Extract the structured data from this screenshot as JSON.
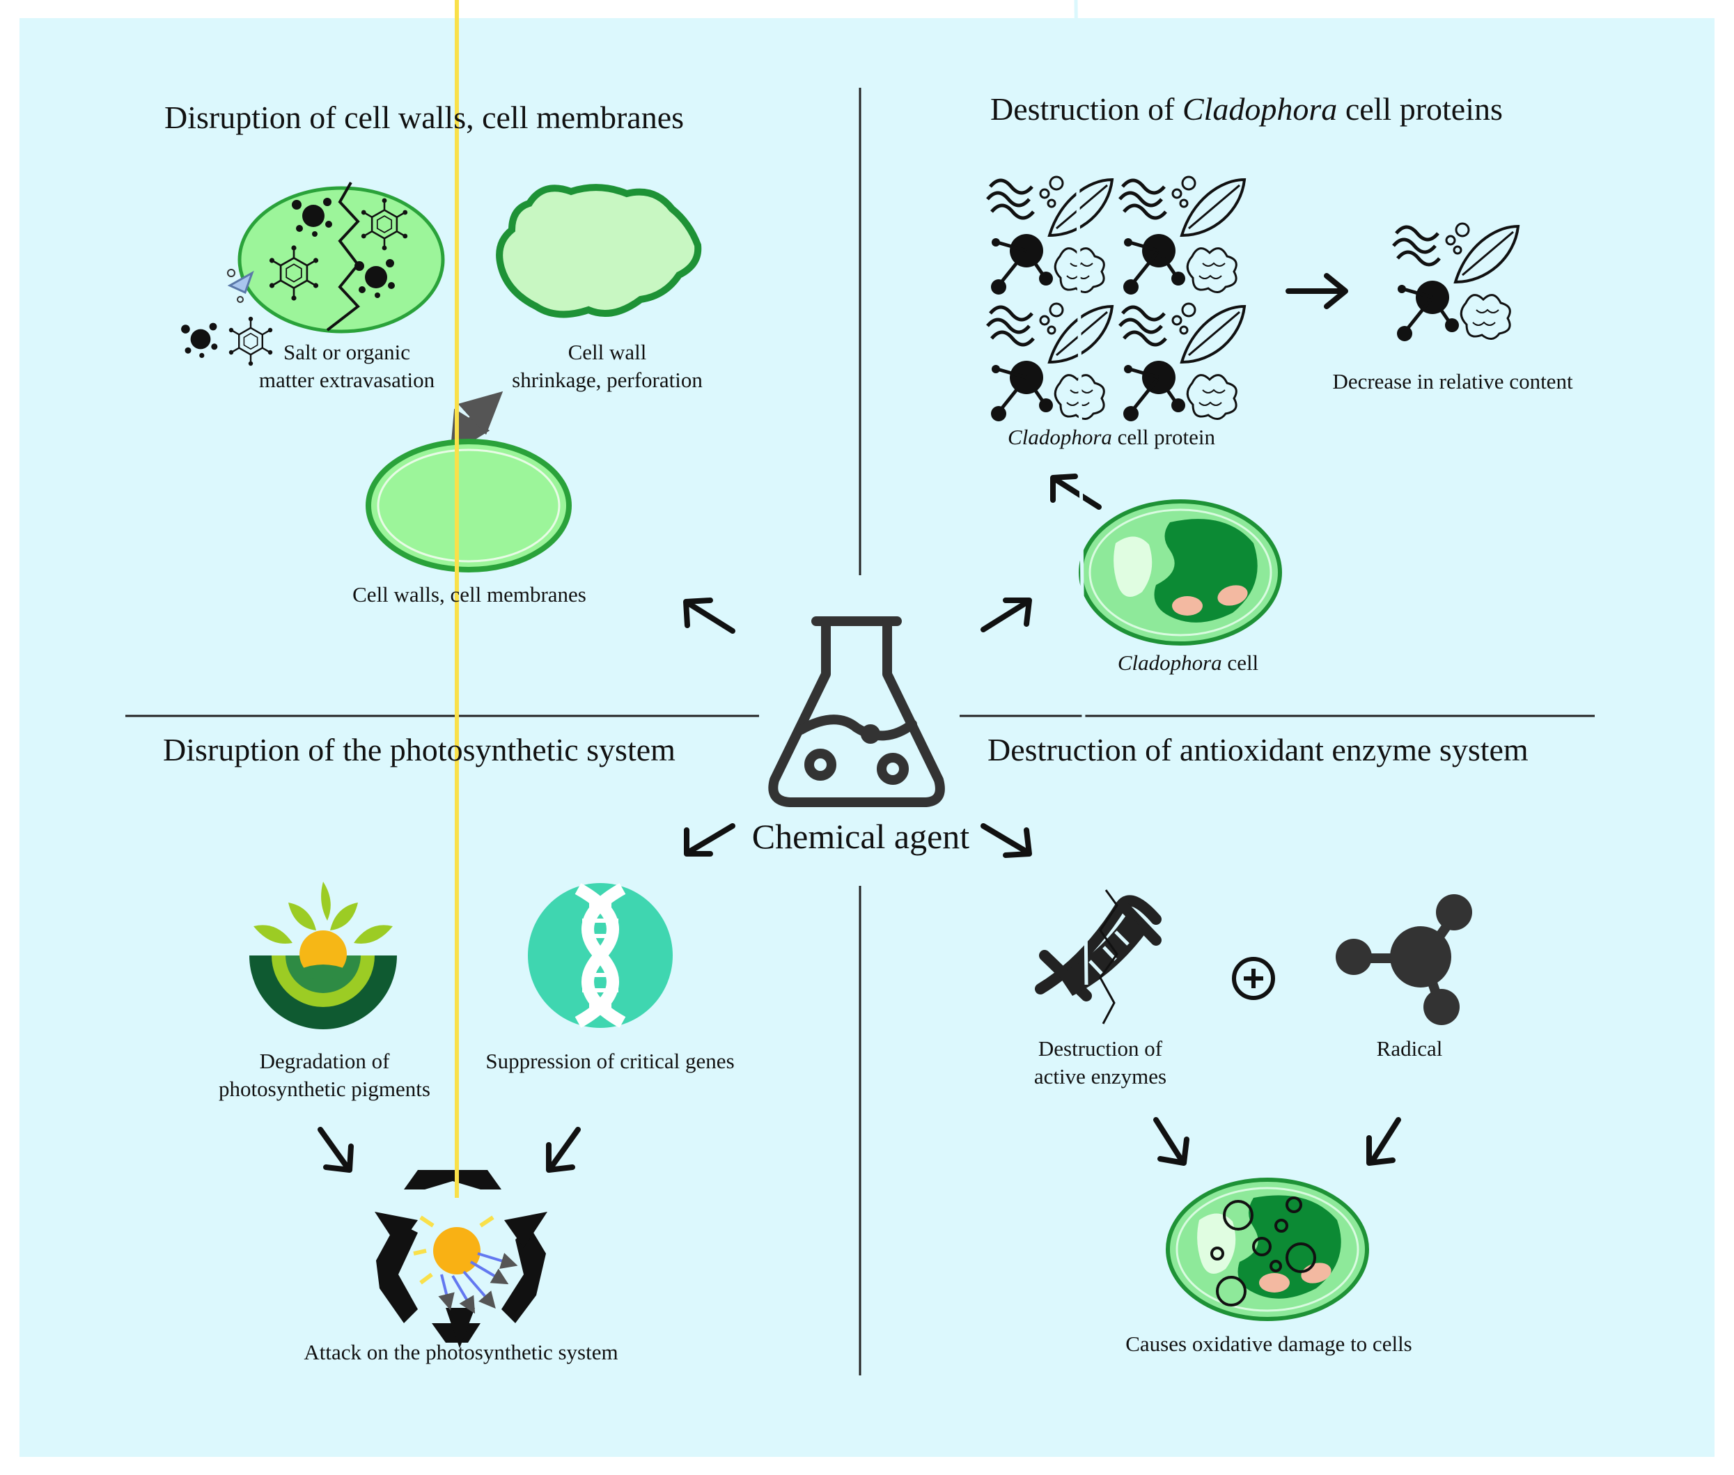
{
  "titles": {
    "cell_walls": "Disruption of cell walls, cell membranes",
    "proteins_prefix": "Destruction of ",
    "proteins_italic": "Cladophora",
    "proteins_suffix": " cell proteins",
    "photosynthetic": "Disruption of the photosynthetic system",
    "antioxidant": "Destruction of antioxidant enzyme system"
  },
  "center": {
    "label": "Chemical agent",
    "icon": "flask-icon"
  },
  "labels": {
    "salt_line1": "Salt or organic",
    "salt_line2": "matter extravasation",
    "shrink_line1": "Cell wall",
    "shrink_line2": "shrinkage, perforation",
    "cell_walls": "Cell walls, cell membranes",
    "protein_italic": "Cladophora",
    "protein_suffix": " cell protein",
    "decrease": "Decrease in relative content",
    "cladophora_cell_italic": "Cladophora",
    "cladophora_cell_suffix": " cell",
    "pigments_line1": "Degradation of",
    "pigments_line2": "photosynthetic pigments",
    "genes": "Suppression of critical genes",
    "attack": "Attack on the photosynthetic system",
    "enzymes_line1": "Destruction of",
    "enzymes_line2": "active enzymes",
    "radical": "Radical",
    "oxidative": "Causes oxidative damage to cells"
  },
  "colors": {
    "background": "#dcf8fd",
    "cell_green": "#9cf59a",
    "cell_border": "#2aa23a",
    "light_green": "#c8f7c2",
    "dark_green": "#0c8a34",
    "teal": "#3fd6b0",
    "sun": "#f9b114",
    "pink": "#f3b9a1"
  }
}
